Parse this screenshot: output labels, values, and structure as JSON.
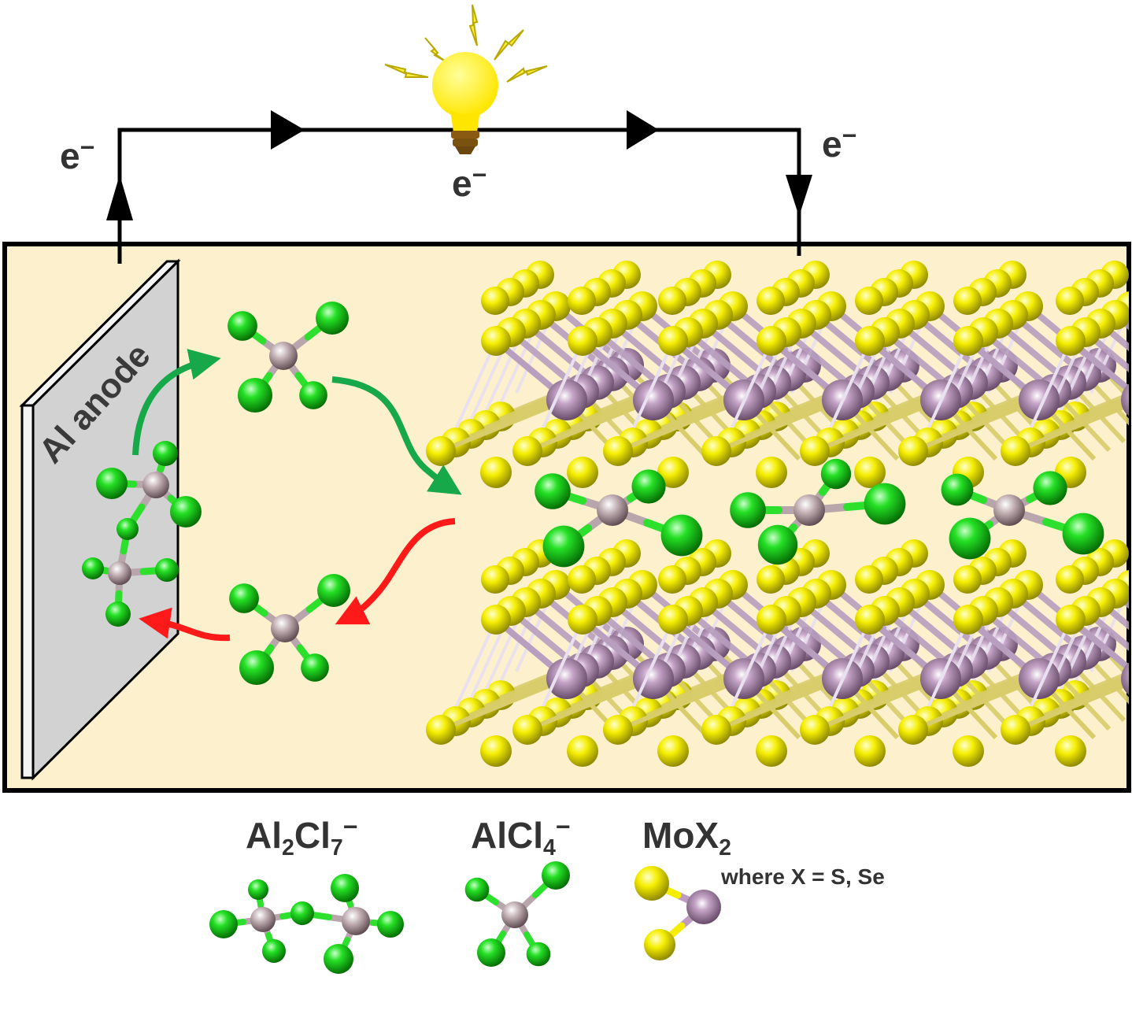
{
  "electron_symbol": "e",
  "electron_charge": "−",
  "anode_label": "Al anode",
  "legend": {
    "al2cl7": {
      "base1": "Al",
      "sub1": "2",
      "base2": "Cl",
      "sub2": "7",
      "charge": "−"
    },
    "alcl4": {
      "base1": "AlCl",
      "sub1": "4",
      "charge": "−"
    },
    "mox2": {
      "base1": "MoX",
      "sub1": "2",
      "note": "where X = S, Se"
    }
  },
  "colors": {
    "cell_fill": "#fdf0cd",
    "chlorine": "#1fd11f",
    "aluminum": "#b9a6ac",
    "molybdenum": "#bd9cc0",
    "chalcogen": "#f5ee00",
    "anode_plate": "#d2d2d2",
    "charge_arrow": "#17a84a",
    "discharge_arrow": "#ff1a1a",
    "bulb": "#ffee00",
    "bulb_base": "#7a5210"
  }
}
